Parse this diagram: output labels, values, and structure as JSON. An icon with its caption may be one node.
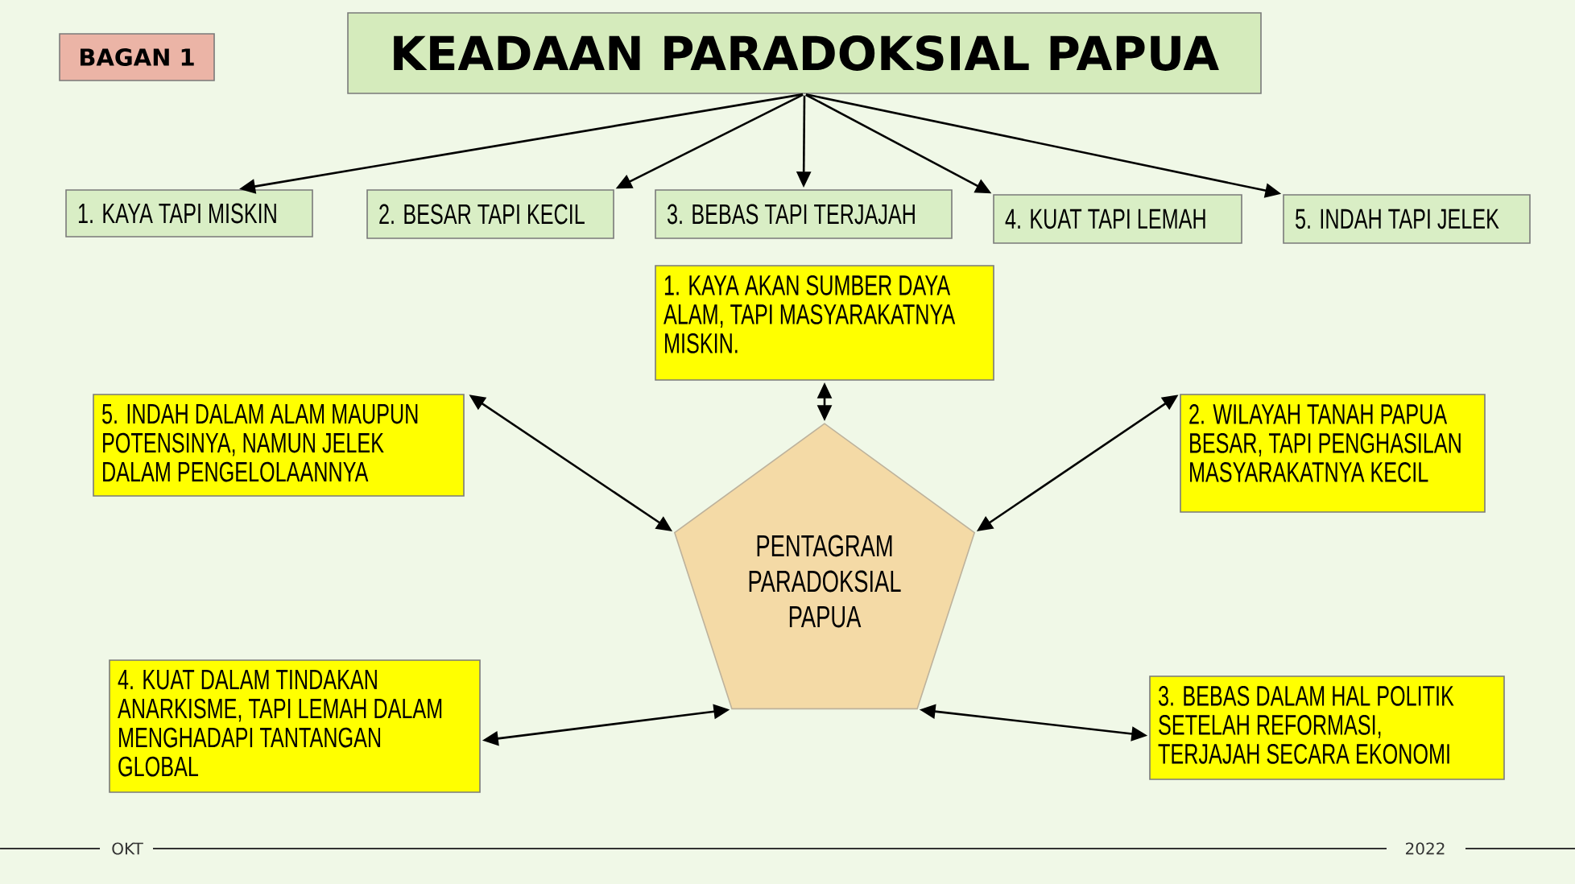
{
  "diagram": {
    "nodes": [
      {
        "text": [
          "BAGAN 1"
        ]
      },
      {
        "text": [
          "KEADAAN PARADOKSIAL PAPUA"
        ]
      },
      {
        "text": [
          "1. KAYA TAPI MISKIN"
        ]
      },
      {
        "text": [
          "2. BESAR TAPI KECIL"
        ]
      },
      {
        "text": [
          "3. BEBAS TAPI TERJAJAH"
        ]
      },
      {
        "text": [
          "4. KUAT TAPI LEMAH"
        ]
      },
      {
        "text": [
          "5. INDAH TAPI JELEK"
        ]
      },
      {
        "text": [
          "1. KAYA AKAN SUMBER DAYA ALAM, TAPI MASYARAKATNYA MISKIN."
        ]
      },
      {
        "text": [
          "5. INDAH DALAM ALAM MAUPUN POTENSINYA, NAMUN JELEK DALAM PENGELOLAANNYA"
        ]
      },
      {
        "text": [
          "2. WILAYAH TANAH PAPUA BESAR, TAPI PENGHASILAN MASYARAKATNYA KECIL"
        ]
      },
      {
        "text": [
          "PENTAGRAM PARADOKSIAL PAPUA"
        ]
      },
      {
        "text": [
          "4. KUAT DALAM TINDAKAN ANARKISME, TAPI LEMAH DALAM MENGHADAPI TANTANGAN GLOBAL"
        ]
      },
      {
        "text": [
          "3. BEBAS DALAM HAL POLITIK SETELAH REFORMASI, TERJAJAH SECARA EKONOMI"
        ]
      }
    ],
    "edges": [
      {
        "from": 1,
        "to": 2,
        "arrow": "to"
      },
      {
        "from": 1,
        "to": 3,
        "arrow": "to"
      },
      {
        "from": 1,
        "to": 4,
        "arrow": "to"
      },
      {
        "from": 1,
        "to": 5,
        "arrow": "to"
      },
      {
        "from": 1,
        "to": 6,
        "arrow": "to"
      },
      {
        "from": 10,
        "to": 7,
        "arrow": "both"
      },
      {
        "from": 10,
        "to": 8,
        "arrow": "both"
      },
      {
        "from": 10,
        "to": 9,
        "arrow": "both"
      },
      {
        "from": 10,
        "to": 11,
        "arrow": "both"
      },
      {
        "from": 10,
        "to": 12,
        "arrow": "both"
      }
    ],
    "labels": [
      "OKT",
      "2022"
    ]
  }
}
